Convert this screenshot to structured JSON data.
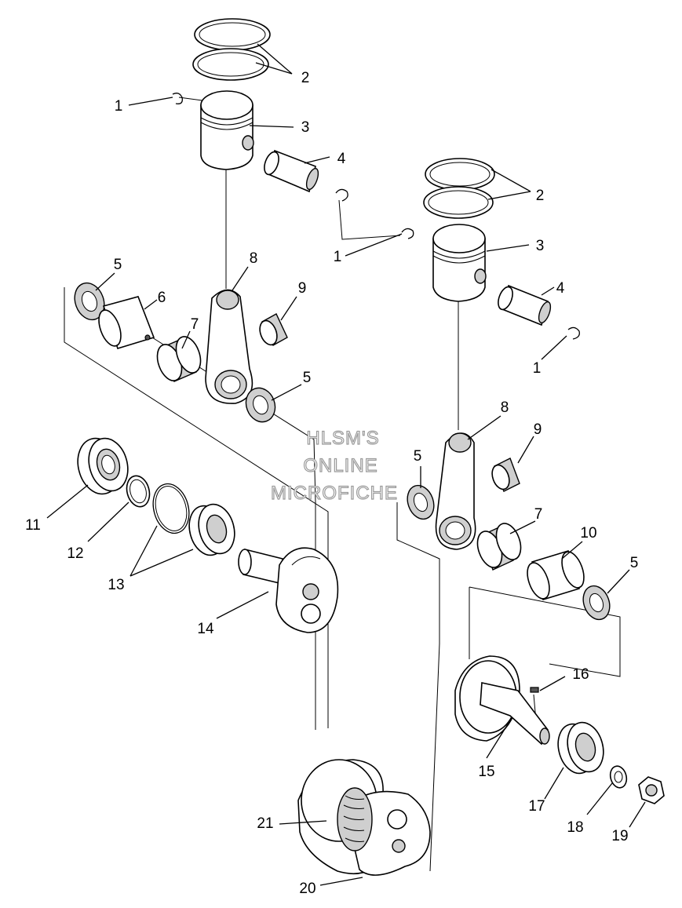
{
  "watermark": {
    "line1": "HLSM'S",
    "line2": "ONLINE",
    "line3": "MICROFICHE"
  },
  "callouts": {
    "c1a": "1",
    "c2a": "2",
    "c3a": "3",
    "c4a": "4",
    "c1b": "1",
    "c2b": "2",
    "c3b": "3",
    "c4b": "4",
    "c1c": "1",
    "c5a": "5",
    "c6": "6",
    "c7a": "7",
    "c8a": "8",
    "c9a": "9",
    "c5b": "5",
    "c8b": "8",
    "c9b": "9",
    "c5c": "5",
    "c7b": "7",
    "c10": "10",
    "c5d": "5",
    "c11": "11",
    "c12": "12",
    "c13": "13",
    "c14": "14",
    "c15": "15",
    "c16": "16",
    "c17": "17",
    "c18": "18",
    "c19": "19",
    "c20": "20",
    "c21": "21"
  }
}
